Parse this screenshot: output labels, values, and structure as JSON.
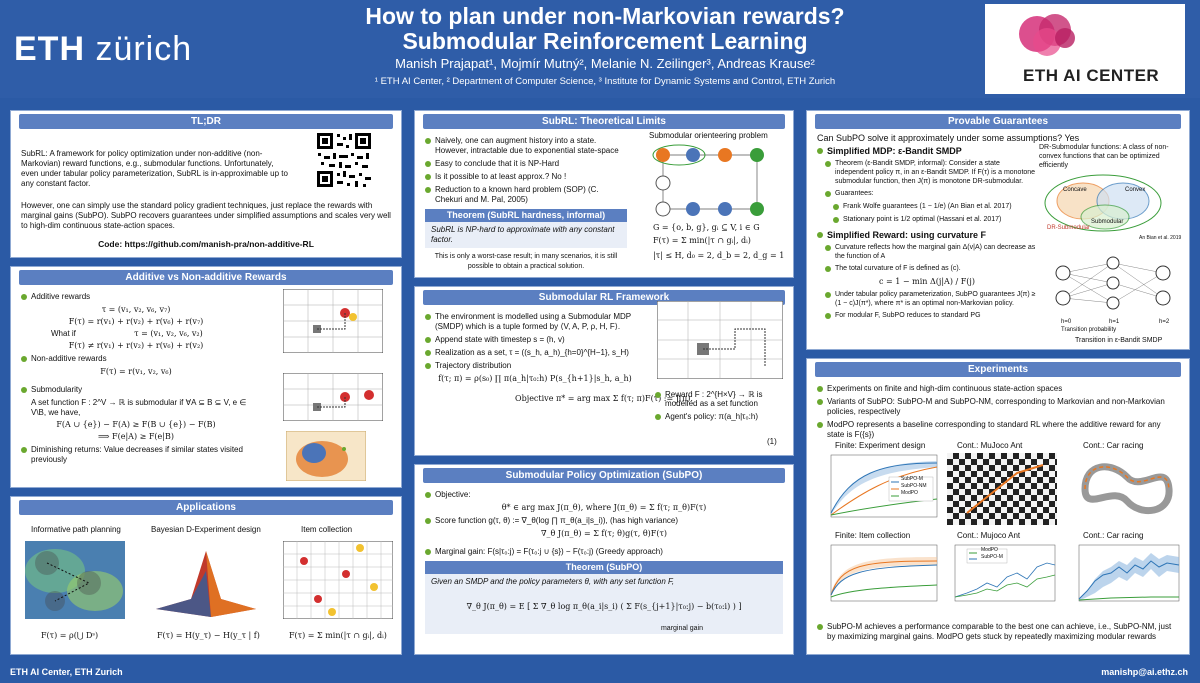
{
  "header": {
    "logo_eth": "ETH",
    "logo_zurich": "zürich",
    "title_line1": "How to plan under non-Markovian rewards?",
    "title_line2": "Submodular Reinforcement Learning",
    "authors": "Manish Prajapat¹, Mojmír Mutný², Melanie N. Zeilinger³, Andreas Krause²",
    "affiliations": "¹ ETH AI Center, ² Department of Computer Science, ³ Institute for Dynamic Systems and Control, ETH Zurich",
    "ai_center": "ETH AI CENTER"
  },
  "tldr": {
    "heading": "TL;DR",
    "p1": "SubRL: A framework for policy optimization under non-additive (non-Markovian) reward functions, e.g., submodular functions. Unfortunately, even under tabular policy parameterization, SubRL is in-approximable up to any constant factor.",
    "p2": "However, one can simply use the standard policy gradient techniques, just replace the rewards with marginal gains (SubPO). SubPO recovers guarantees under simplified assumptions and scales very well to high-dim continuous state-action spaces.",
    "code": "Code: https://github.com/manish-pra/non-additive-RL"
  },
  "additive": {
    "heading": "Additive vs Non-additive Rewards",
    "b1": "Additive rewards",
    "eq1": "τ = (v₁, v₂, v₆, v₇)",
    "eq2": "F(τ) = r(v₁) + r(v₂) + r(v₆) + r(v₇)",
    "whatif": "What if",
    "eq3": "τ = (v₁, v₂, v₆, v₂)",
    "eq4": "F(τ) ≠ r(v₁) + r(v₂) + r(v₆) + r(v₂)",
    "b2": "Non-additive rewards",
    "eq5": "F(τ) = r(v₁, v₂, v₆)",
    "b3": "Submodularity",
    "sub_def": "A set function F : 2^V → ℝ is submodular if ∀A ⊆ B ⊆ V, e ∈ V\\B, we have,",
    "eq6": "F(A ∪ {e}) − F(A) ≥ F(B ∪ {e}) − F(B)",
    "eq7": "⟹ F(e|A) ≥ F(e|B)",
    "b4": "Diminishing returns: Value decreases if similar states visited previously"
  },
  "applications": {
    "heading": "Applications",
    "a1": "Informative path planning",
    "a2": "Bayesian D-Experiment design",
    "a3": "Item collection",
    "f1": "F(τ) = ρ(⋃ Dˢ)",
    "f2": "F(τ) = H(y_τ) − H(y_τ | f)",
    "f3": "F(τ) = Σ min(|τ ∩ gᵢ|, dᵢ)"
  },
  "limits": {
    "heading": "SubRL: Theoretical Limits",
    "b1": "Naively, one can augment history into a state. However, intractable due to exponential state-space",
    "b2": "Easy to conclude that it is NP-Hard",
    "b3": "Is it possible to at least approx.? No !",
    "b4": "Reduction to a known hard problem (SOP) (C. Chekuri and M. Pal, 2005)",
    "sop_title": "Submodular orienteering problem",
    "g_eq": "G = {o, b, g}, gᵢ ⊆ V, i ∈ G",
    "f_eq": "F(τ) = Σ min(|τ ∩ gᵢ|, dᵢ)",
    "param": "|τ| ≤ H, d₀ = 2, d_b = 2, d_g = 1",
    "thm_title": "Theorem (SubRL hardness, informal)",
    "thm_body": "SubRL is NP-hard to approximate with any constant factor.",
    "thm_note": "This is only a worst-case result; in many scenarios, it is still possible to obtain a practical solution."
  },
  "framework": {
    "heading": "Submodular RL Framework",
    "b1": "The environment is modelled using a Submodular MDP (SMDP) which is a tuple formed by ⟨V, A, P, ρ, H, F⟩.",
    "b2": "Append state with timestep s = (h, v)",
    "b3": "Realization as a set, τ = ((s_h, a_h)_{h=0}^{H−1}, s_H)",
    "b4": "Trajectory distribution",
    "eq_traj": "f(τ; π) = ρ(s₀) ∏ π(a_h|τ₀:h) P(s_{h+1}|s_h, a_h)",
    "b5": "Reward F : 2^{H×V} → ℝ is modelled as a set function",
    "b6": "Agent's policy: π(a_h|τ₀:h)",
    "objective": "Objective   π* = arg max Σ f(τ; π)F(τ) := J(π).",
    "eqnum": "(1)"
  },
  "subpo": {
    "heading": "Submodular Policy Optimization (SubPO)",
    "b1": "Objective:",
    "eq1": "θ* ∈ arg max J(π_θ), where J(π_θ) = Σ f(τ; π_θ)F(τ)",
    "b2": "Score function g(τ, θ) := ∇_θ(log ∏ π_θ(a_i|s_i)), (has high variance)",
    "eq2": "∇_θ J(π_θ) = Σ f(τ; θ)g(τ, θ)F(τ)",
    "b3": "Marginal gain: F(s|τ₀:j) = F(τ₀:j ∪ {s}) − F(τ₀:j) (Greedy approach)",
    "thm_title": "Theorem (SubPO)",
    "thm_body": "Given an SMDP and the policy parameters θ, with any set function F,",
    "eq3": "∇_θ J(π_θ) = E [ Σ ∇_θ log π_θ(a_i|s_i) ( Σ F(s_{j+1}|τ₀:j) − b(τ₀:i) ) ]",
    "mg": "marginal gain"
  },
  "guarantees": {
    "heading": "Provable Guarantees",
    "q": "Can SubPO solve it approximately under some assumptions? Yes",
    "s1": "Simplified MDP: ε-Bandit SMDP",
    "s1b1": "Theorem (ε-Bandit SMDP, informal): Consider a state independent policy π, in an ε-Bandit SMDP. If F(τ) is a monotone submodular function, then J(π) is monotone DR-submodular.",
    "s1b2": "Guarantees:",
    "s1b3": "Frank Wolfe guarantees (1 − 1/e) (An Bian et al. 2017)",
    "s1b4": "Stationary point is 1/2 optimal (Hassani et al. 2017)",
    "dr_text": "DR-Submodular functions: A class of non-convex functions that can be optimized efficiently",
    "venn_concave": "Concave",
    "venn_convex": "Convex",
    "venn_sub": "Submodular",
    "venn_dr": "DR-Submodular",
    "venn_cite": "An Bian et al. 2019",
    "s2": "Simplified Reward: using curvature F",
    "s2b1": "Curvature reflects how the marginal gain Δ(v|A) can decrease as the function of A",
    "s2b2": "The total curvature of F is defined as (c).",
    "ceq": "c = 1 − min Δ(j|A) / F(j)",
    "s2b3": "Under tabular policy parameterization, SubPO guarantees J(π) ≥ (1 − c)J(π*), where π* is an optimal non-Markovian policy.",
    "s2b4": "For modular F, SubPO reduces to standard PG",
    "trans_label": "Transition in ε-Bandit SMDP",
    "trans_prob": "Transition probability",
    "h0": "h=0",
    "h1": "h=1",
    "h2": "h=2"
  },
  "experiments": {
    "heading": "Experiments",
    "b1": "Experiments on finite and high-dim continuous state-action spaces",
    "b2": "Variants of SubPO: SubPO-M and SubPO-NM, corresponding to Markovian and non-Markovian policies, respectively",
    "b3": "ModPO represents a baseline corresponding to standard RL where the additive reward for any state is F({s})",
    "p1": "Finite: Experiment design",
    "p2": "Cont.: MuJoco Ant",
    "p3": "Cont.: Car racing",
    "p4": "Finite: Item collection",
    "p5": "Cont.: Mujoco Ant",
    "p6": "Cont.: Car racing",
    "leg1": "SubPO-M",
    "leg2": "SubPO-NM",
    "leg3": "ModPO",
    "conclusion": "SubPO-M achieves a performance comparable to the best one can achieve, i.e., SubPO-NM, just by maximizing marginal gains. ModPO gets stuck by repeatedly maximizing modular rewards"
  },
  "footer": {
    "left": "ETH AI Center, ETH Zurich",
    "right": "manishp@ai.ethz.ch"
  },
  "colors": {
    "bg": "#2b5aa5",
    "panel_head": "#5b7fc1",
    "bullet": "#6aa82f",
    "subpo_m": "#2e75b6",
    "subpo_nm": "#e87722",
    "modpo": "#3a9d3a"
  }
}
